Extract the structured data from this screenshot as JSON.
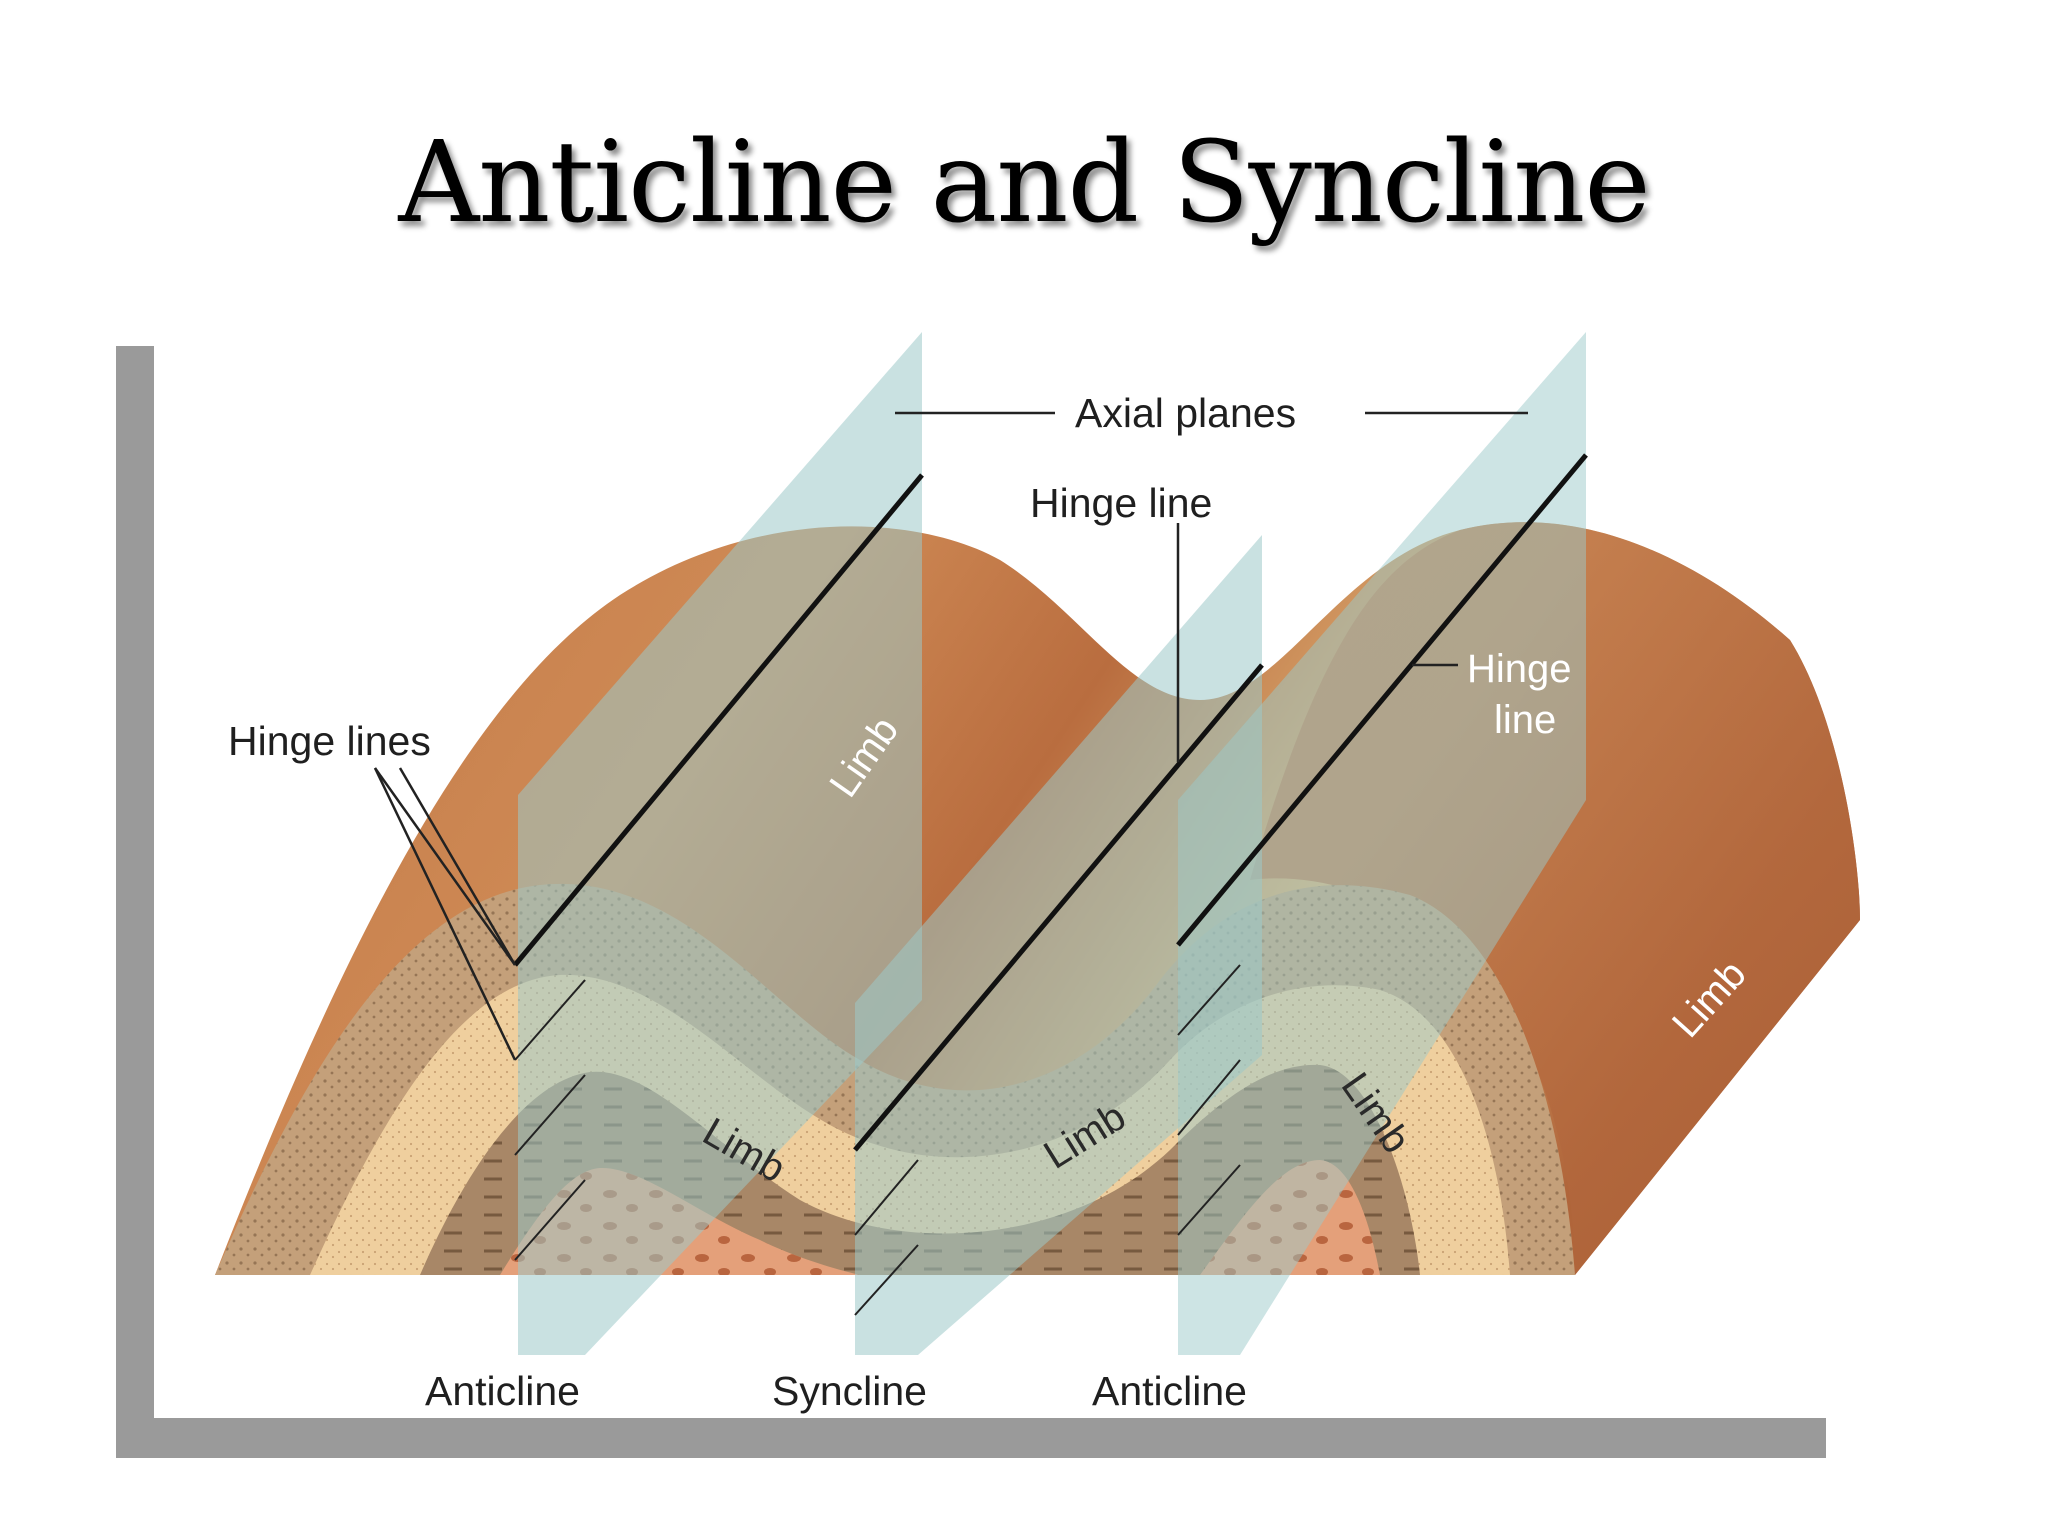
{
  "title": "Anticline and Syncline",
  "labels": {
    "axial_planes": "Axial planes",
    "hinge_line_top": "Hinge line",
    "hinge_lines_left": "Hinge lines",
    "hinge_line_right_1": "Hinge",
    "hinge_line_right_2": "line",
    "limb_upper_left": "Limb",
    "limb_inner_left": "Limb",
    "limb_inner_middle": "Limb",
    "limb_inner_right": "Limb",
    "limb_outer_right": "Limb",
    "anticline_left": "Anticline",
    "syncline": "Syncline",
    "anticline_right": "Anticline"
  },
  "colors": {
    "surface_dark": "#b0653a",
    "surface_light": "#d9a070",
    "layer_outer": "#c4a07a",
    "layer_sand": "#efcf9e",
    "layer_shale": "#a88767",
    "layer_core": "#e4a07a",
    "axial_plane": "#9cc9c9",
    "frame_shadow": "#9a9a9a"
  }
}
